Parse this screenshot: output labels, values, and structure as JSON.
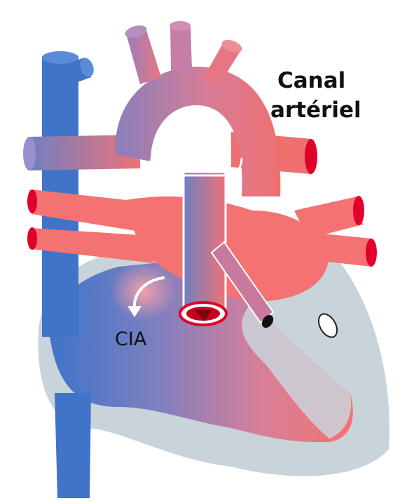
{
  "labels": {
    "canal_line1": "Canal",
    "canal_line2": "artériel",
    "cia": "CIA"
  },
  "colors": {
    "venous_blue": "#3f74c9",
    "arterial_red": "#f47272",
    "mixed_purple": "#9a7fb8",
    "heart_wall": "#c9d3da",
    "vessel_opening": "#e0002b",
    "background": "#ffffff"
  },
  "icons": {
    "shunt_arrow": "curved-arrow-icon",
    "valve_opening": "valve-icon"
  }
}
